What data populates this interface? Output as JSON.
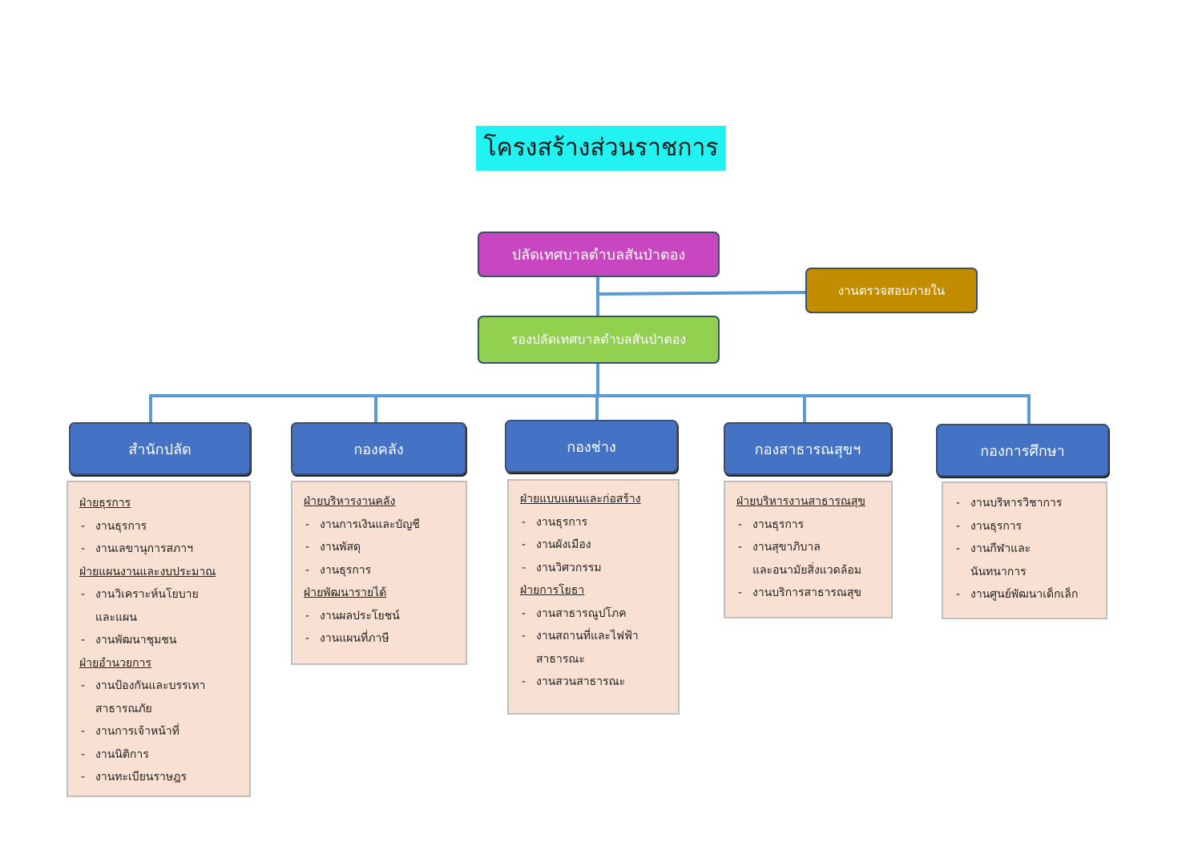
{
  "title": "โครงสร้างส่วนราชการ",
  "top": {
    "label": "ปลัดเทศบาลตำบลสันป่าตอง"
  },
  "audit": {
    "label": "งานตรวจสอบภายใน"
  },
  "deputy": {
    "label": "รองปลัดเทศบาลตำบลสันป่าตอง"
  },
  "departments": [
    {
      "name": "สำนักปลัด",
      "units": [
        {
          "type": "head",
          "text": "ฝ่ายธุรการ"
        },
        {
          "type": "item",
          "text": "งานธุรการ"
        },
        {
          "type": "item",
          "text": "งานเลขานุการสภาฯ"
        },
        {
          "type": "head",
          "text": "ฝ่ายแผนงานและงบประมาณ"
        },
        {
          "type": "item",
          "text": "งานวิเคราะห์นโยบาย"
        },
        {
          "type": "cont",
          "text": "และแผน"
        },
        {
          "type": "item",
          "text": "งานพัฒนาชุมชน"
        },
        {
          "type": "head",
          "text": "ฝ่ายอำนวยการ"
        },
        {
          "type": "item",
          "text": "งานป้องกันและบรรเทา"
        },
        {
          "type": "cont",
          "text": "สาธารณภัย"
        },
        {
          "type": "item",
          "text": "งานการเจ้าหน้าที่"
        },
        {
          "type": "item",
          "text": "งานนิติการ"
        },
        {
          "type": "item",
          "text": "งานทะเบียนราษฎร"
        }
      ]
    },
    {
      "name": "กองคลัง",
      "units": [
        {
          "type": "head",
          "text": "ฝ่ายบริหารงานคลัง"
        },
        {
          "type": "item",
          "text": "งานการเงินและบัญชี"
        },
        {
          "type": "item",
          "text": "งานพัสดุ"
        },
        {
          "type": "item",
          "text": "งานธุรการ"
        },
        {
          "type": "head",
          "text": "ฝ่ายพัฒนารายได้"
        },
        {
          "type": "item",
          "text": "งานผลประโยชน์"
        },
        {
          "type": "item",
          "text": "งานแผนที่ภาษี"
        }
      ]
    },
    {
      "name": "กองช่าง",
      "units": [
        {
          "type": "head",
          "text": "ฝ่ายแบบแผนและก่อสร้าง"
        },
        {
          "type": "item",
          "text": "งานธุรการ"
        },
        {
          "type": "item",
          "text": "งานผังเมือง"
        },
        {
          "type": "item",
          "text": "งานวิศวกรรม"
        },
        {
          "type": "head",
          "text": "ฝ่ายการโยธา"
        },
        {
          "type": "item",
          "text": "งานสาธารณูปโภค"
        },
        {
          "type": "item",
          "text": "งานสถานที่และไฟฟ้า"
        },
        {
          "type": "cont",
          "text": "สาธารณะ"
        },
        {
          "type": "item",
          "text": "งานสวนสาธารณะ"
        }
      ]
    },
    {
      "name": "กองสาธารณสุขฯ",
      "units": [
        {
          "type": "head",
          "text": "ฝ่ายบริหารงานสาธารณสุข"
        },
        {
          "type": "item",
          "text": "งานธุรการ"
        },
        {
          "type": "item",
          "text": "งานสุขาภิบาล"
        },
        {
          "type": "cont",
          "text": "และอนามัยสิ่งแวดล้อม"
        },
        {
          "type": "item",
          "text": "งานบริการสาธารณสุข"
        }
      ]
    },
    {
      "name": "กองการศึกษา",
      "units": [
        {
          "type": "item",
          "text": "งานบริหารวิชาการ"
        },
        {
          "type": "item",
          "text": "งานธุรการ"
        },
        {
          "type": "item",
          "text": "งานกีฬาและ"
        },
        {
          "type": "cont",
          "text": "นันทนาการ"
        },
        {
          "type": "item",
          "text": "งานศูนย์พัฒนาเด็กเล็ก"
        }
      ]
    }
  ]
}
